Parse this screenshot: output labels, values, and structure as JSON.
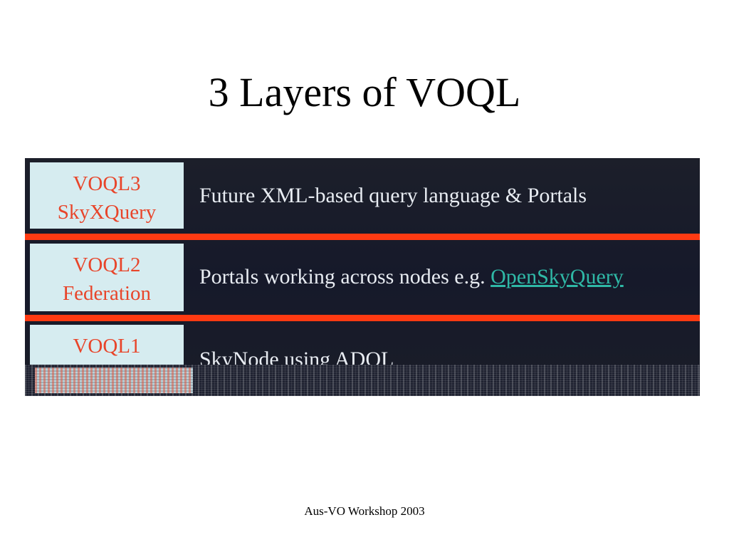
{
  "slide": {
    "title": "3 Layers of VOQL",
    "footer": "Aus-VO Workshop 2003"
  },
  "layers": [
    {
      "name": "VOQL3",
      "subname": "SkyXQuery",
      "description": "Future XML-based query language & Portals"
    },
    {
      "name": "VOQL2",
      "subname": "Federation",
      "description": "Portals  working across nodes e.g. ",
      "link": "OpenSkyQuery"
    },
    {
      "name": "VOQL1",
      "description": "SkyNode using ADQL"
    }
  ],
  "colors": {
    "panel_background": "#1a1d28",
    "label_background": "#d6ecf0",
    "label_text": "#e8452a",
    "separator": "#ff3a12",
    "description_text": "#e8ecf2",
    "link": "#2fb8a6"
  }
}
